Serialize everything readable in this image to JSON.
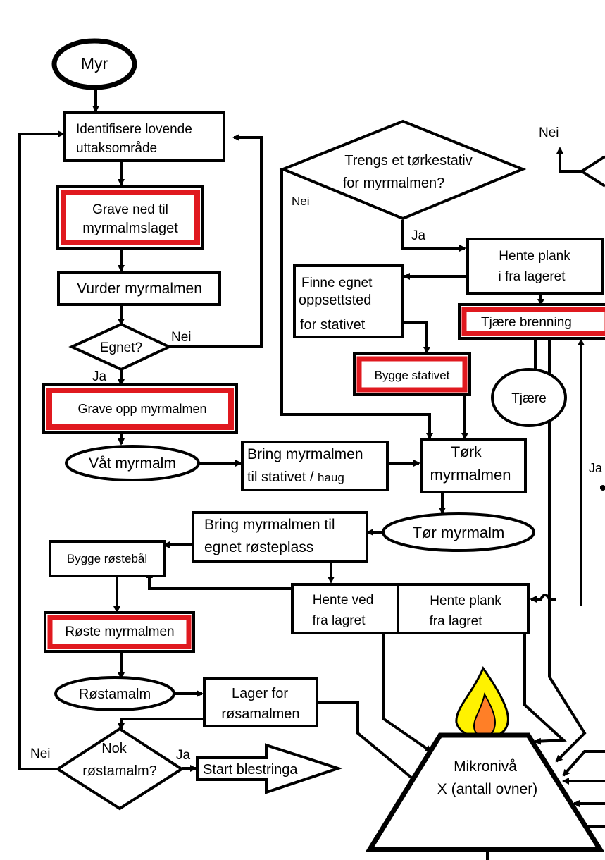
{
  "nodes": {
    "myr": "Myr",
    "identify_1": "Identifisere lovende",
    "identify_2": "uttaksområde",
    "dig_down_1": "Grave ned til",
    "dig_down_2": "myrmalmslaget",
    "assess": "Vurder myrmalmen",
    "suitable": "Egnet?",
    "suitable_no": "Nei",
    "suitable_yes": "Ja",
    "dig_up": "Grave opp myrmalmen",
    "wet_ore": "Våt myrmalm",
    "bring_rack_1": "Bring myrmalmen",
    "bring_rack_2a": "til stativet / ",
    "bring_rack_2b": "haug",
    "dry_1": "Tørk",
    "dry_2": "myrmalmen",
    "dry_ore": "Tør myrmalm",
    "need_rack_1": "Trengs et tørkestativ",
    "need_rack_2": "for myrmalmen?",
    "need_rack_no": "Nei",
    "need_rack_yes": "Ja",
    "fetch_plank_1": "Hente plank",
    "fetch_plank_2": "i fra lageret",
    "find_site_1": "Finne egnet",
    "find_site_2": "oppsettsted",
    "find_site_3": "for stativet",
    "build_rack": "Bygge stativet",
    "tar_burning": "Tjære brenning",
    "tar": "Tjære",
    "top_right_no": "Nei",
    "right_yes": "Ja",
    "bring_roast_1": "Bring myrmalmen til",
    "bring_roast_2": "egnet røsteplass",
    "build_fire": "Bygge røstebål",
    "fetch_wood_1": "Hente ved",
    "fetch_wood_2": "fra lagret",
    "fetch_plank2_1": "Hente plank",
    "fetch_plank2_2": "fra lagret",
    "roast": "Røste myrmalmen",
    "roasted_ore": "Røstamalm",
    "storage_1": "Lager for",
    "storage_2": "røsamalmen",
    "enough_1": "Nok",
    "enough_2": "røstamalm?",
    "enough_no": "Nei",
    "enough_yes": "Ja",
    "start": "Start blestringa",
    "micro_1": "Mikronivå",
    "micro_2": "X (antall ovner)"
  },
  "colors": {
    "line": "#000000",
    "critical_frame": "#e0191f",
    "flame_outer": "#fff200",
    "flame_inner": "#ff7f27"
  }
}
